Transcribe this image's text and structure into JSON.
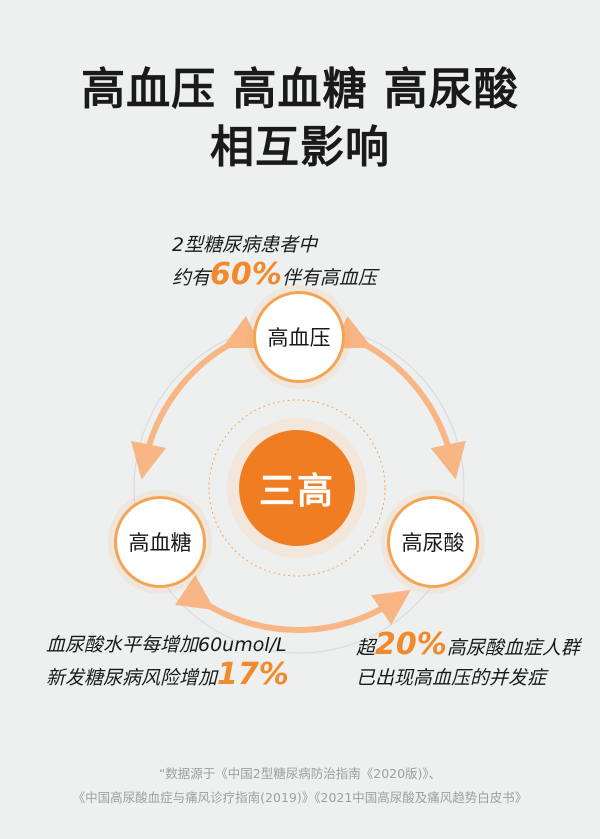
{
  "title_line1": "高血压 高血糖 高尿酸",
  "title_line2": "相互影响",
  "center_label": "三高",
  "nodes": {
    "hypertension": "高血压",
    "diabetes": "高血糖",
    "uric_acid": "高尿酸"
  },
  "stats": {
    "top": {
      "line1": "2型糖尿病患者中",
      "pre": "约有",
      "highlight": "60%",
      "post": "伴有高血压"
    },
    "left": {
      "line1": "血尿酸水平每增加60umol/L",
      "pre": "新发糖尿病风险增加",
      "highlight": "17%"
    },
    "right": {
      "pre": "超",
      "highlight": "20%",
      "post": "高尿酸血症人群",
      "line2": "已出现高血压的并发症"
    }
  },
  "footnote": {
    "line1": "“数据源于《中国2型糖尿病防治指南《2020版)》、",
    "line2": "《中国高尿酸血症与痛风诊疗指南(2019)》《2021中国高尿酸及痛风趋势白皮书》"
  },
  "colors": {
    "accent": "#f07d22",
    "arrow": "#f7b684",
    "ring": "#f5a355",
    "background": "#eef0f0"
  }
}
